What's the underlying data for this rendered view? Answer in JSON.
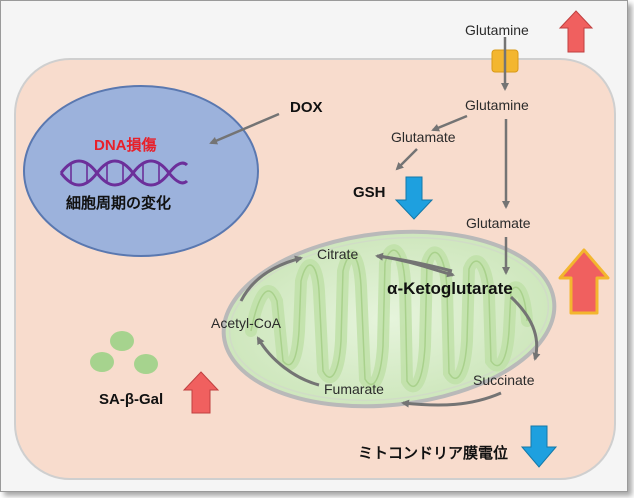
{
  "labels": {
    "glutamine_outside": "Glutamine",
    "glutamine_inside": "Glutamine",
    "glutamate_left": "Glutamate",
    "glutamate_right": "Glutamate",
    "gsh": "GSH",
    "dox": "DOX",
    "dna_damage": "DNA損傷",
    "cell_cycle": "細胞周期の変化",
    "citrate": "Citrate",
    "akg": "α-Ketoglutarate",
    "acetyl_coa": "Acetyl-CoA",
    "succinate": "Succinate",
    "fumarate": "Fumarate",
    "sa_beta_gal": "SA-β-Gal",
    "mito_potential": "ミトコンドリア膜電位"
  },
  "colors": {
    "up_arrow": "#f0605f",
    "down_arrow": "#1ea0df",
    "cell": "#f8dccd",
    "nucleus": "#9cb2dc",
    "mitochondrion": "#d6edc6",
    "dna_strand": "#6c2f9a",
    "dna_damage_text": "#e8202a",
    "transporter": "#f3b62f"
  },
  "indicators": {
    "glutamine": "up",
    "gsh": "down",
    "akg": "up",
    "sa_beta_gal": "up",
    "mito_potential": "down"
  }
}
